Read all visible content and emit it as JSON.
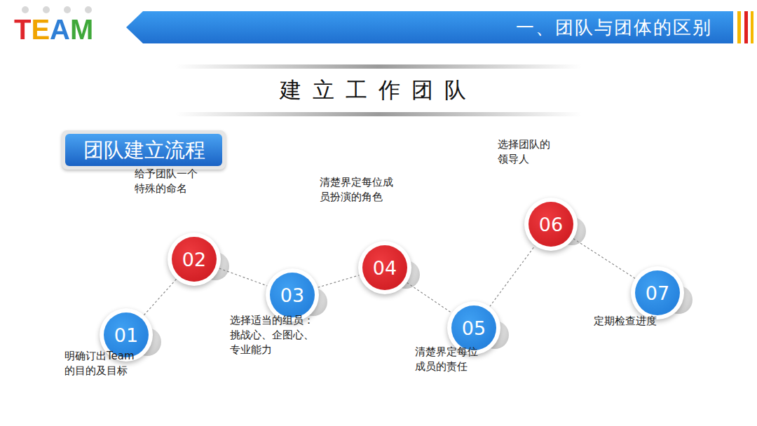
{
  "diagram": {
    "title": "建立工作团队",
    "nodes": [
      {
        "text": [
          "一、团队与团体的区别"
        ]
      },
      {
        "text": [
          "团队建立流程"
        ]
      },
      {
        "text": [
          "01",
          "明确订出Team的目的及目标"
        ]
      },
      {
        "text": [
          "02",
          "给予团队一个特殊的命名"
        ]
      },
      {
        "text": [
          "03",
          "选择适当的组员：挑战心、企图心、专业能力"
        ]
      },
      {
        "text": [
          "04",
          "清楚界定每位成员扮演的角色"
        ]
      },
      {
        "text": [
          "05",
          "清楚界定每位成员的责任"
        ]
      },
      {
        "text": [
          "06",
          "选择团队的领导人"
        ]
      },
      {
        "text": [
          "07",
          "定期检查进度"
        ]
      }
    ],
    "edges": [
      {
        "from": 2,
        "to": 3,
        "arrow": "none"
      },
      {
        "from": 3,
        "to": 4,
        "arrow": "none"
      },
      {
        "from": 4,
        "to": 5,
        "arrow": "none"
      },
      {
        "from": 5,
        "to": 6,
        "arrow": "none"
      },
      {
        "from": 6,
        "to": 7,
        "arrow": "none"
      },
      {
        "from": 7,
        "to": 8,
        "arrow": "none"
      }
    ],
    "labels": [
      "TEAM"
    ]
  }
}
